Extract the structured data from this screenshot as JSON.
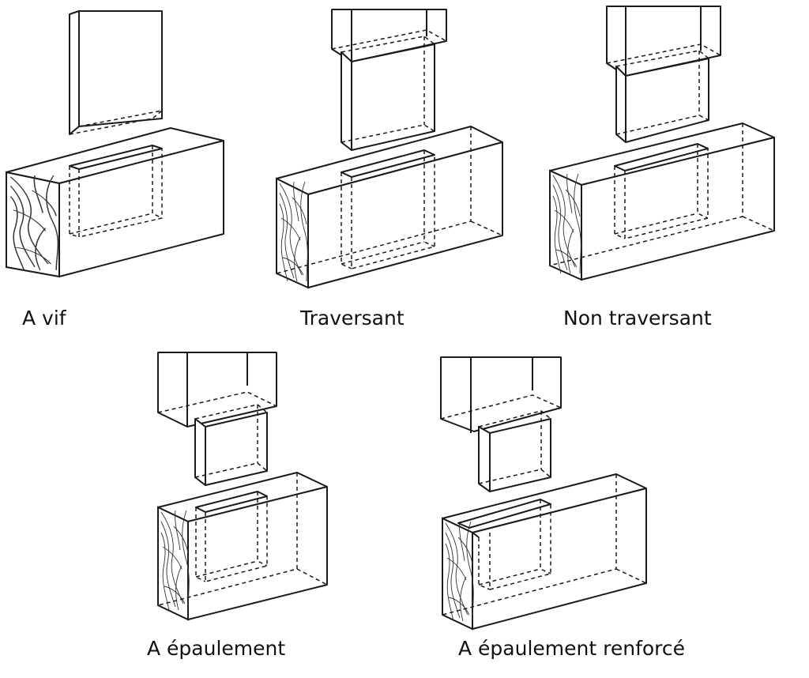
{
  "captions": {
    "a_vif": "A vif",
    "traversant": "Traversant",
    "non_traversant": "Non traversant",
    "a_epaulement": "A épaulement",
    "a_epaulement_renforce": "A épaulement renforcé"
  }
}
